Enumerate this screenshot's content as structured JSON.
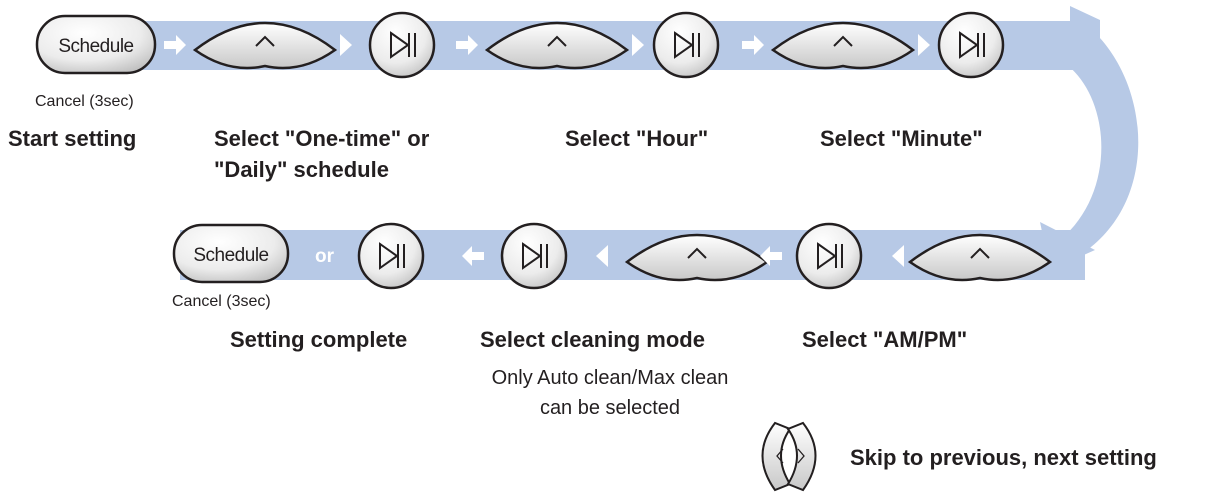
{
  "buttons": {
    "schedule_label": "Schedule",
    "cancel_label": "Cancel (3sec)"
  },
  "steps": {
    "start": "Start setting",
    "select_schedule_line1": "Select \"One-time\" or",
    "select_schedule_line2": "\"Daily\" schedule",
    "select_hour": "Select \"Hour\"",
    "select_minute": "Select \"Minute\"",
    "select_ampm": "Select \"AM/PM\"",
    "select_cleaning_mode": "Select cleaning mode",
    "cleaning_note_line1": "Only Auto clean/Max clean",
    "cleaning_note_line2": "can be selected",
    "setting_complete": "Setting complete",
    "or": "or"
  },
  "legend": {
    "skip_label": "Skip to previous, next setting"
  },
  "colors": {
    "flow_band": "#b7c9e6",
    "button_light": "#f4f4f4",
    "button_dark": "#c9c9c9",
    "outline": "#231f20"
  },
  "icons": {
    "up_key": "up-arrow-key-icon",
    "play_pause": "play-pause-icon",
    "left_key": "left-arrow-key-icon",
    "right_key": "right-arrow-key-icon"
  }
}
